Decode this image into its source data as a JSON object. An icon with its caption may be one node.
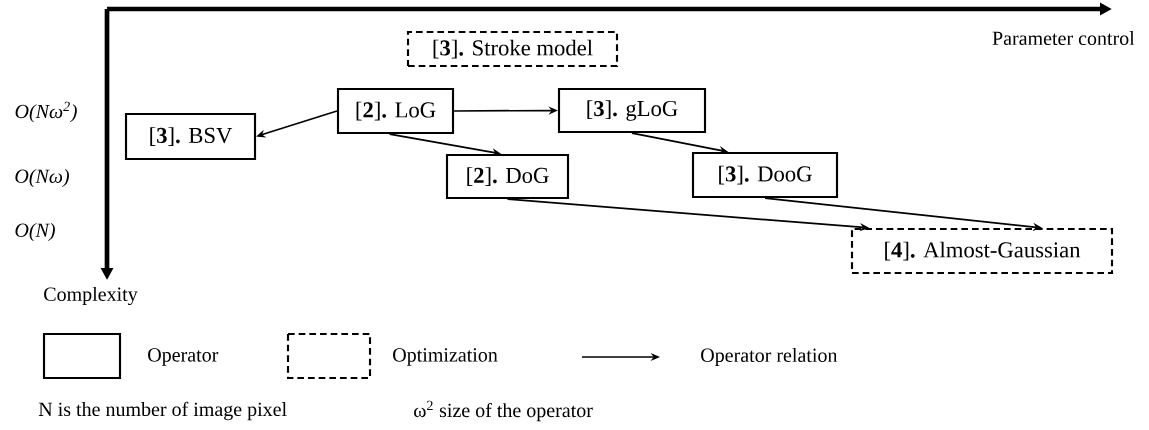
{
  "diagram": {
    "nodes": [
      {
        "text": [
          "[**3**]**.** Stroke model"
        ]
      },
      {
        "text": [
          "[**2**]**.** LoG"
        ]
      },
      {
        "text": [
          "[**3**]**.** gLoG"
        ]
      },
      {
        "text": [
          "[**3**]**.** BSV"
        ]
      },
      {
        "text": [
          "[**2**]**.** DoG"
        ]
      },
      {
        "text": [
          "[**3**]**.** DooG"
        ]
      },
      {
        "text": [
          "[**4**]**.** Almost-Gaussian"
        ]
      }
    ],
    "edges": [
      {
        "from": 1,
        "to": 3,
        "arrow": "to"
      },
      {
        "from": 1,
        "to": 2,
        "arrow": "to"
      },
      {
        "from": 1,
        "to": 4,
        "arrow": "to"
      },
      {
        "from": 2,
        "to": 5,
        "arrow": "to"
      },
      {
        "from": 4,
        "to": 6,
        "arrow": "to"
      },
      {
        "from": 5,
        "to": 6,
        "arrow": "to"
      }
    ],
    "labels": [
      "Parameter control",
      "O(Nω$^{2}$)",
      "O(Nω)",
      "O(N)",
      "Complexity",
      "N is the number of image pixel",
      "ω$^{2}$ size of the operator"
    ],
    "legend": [
      {
        "text": "Operator"
      },
      {
        "text": "Optimization"
      },
      {
        "text": "Operator relation"
      }
    ]
  }
}
